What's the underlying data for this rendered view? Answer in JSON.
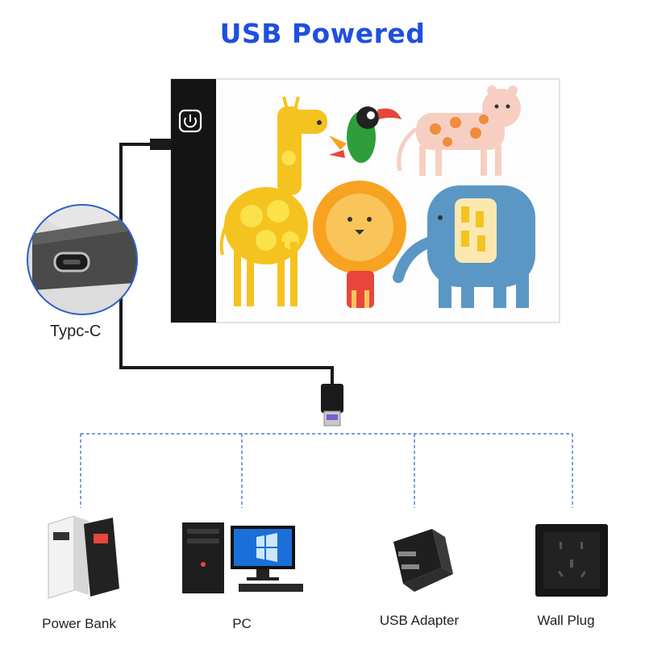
{
  "title": "USB Powered",
  "port_label": "Typc-C",
  "power_sources": [
    {
      "label": "Power Bank",
      "icon": "power-bank-icon"
    },
    {
      "label": "PC",
      "icon": "desktop-pc-icon"
    },
    {
      "label": "USB Adapter",
      "icon": "usb-adapter-icon"
    },
    {
      "label": "Wall Plug",
      "icon": "wall-plug-icon"
    }
  ],
  "colors": {
    "title": "#1f4fe0",
    "connector_lines": "#2e5fc9",
    "pad_frame": "#141414",
    "usb_tongue": "#7b5cd6"
  }
}
